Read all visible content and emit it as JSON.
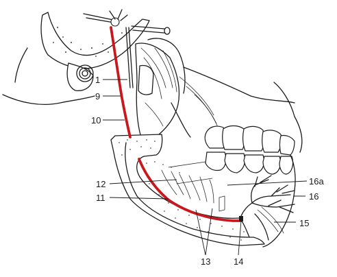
{
  "labels": {
    "l1": "1",
    "l9": "9",
    "l10": "10",
    "l11": "11",
    "l12": "12",
    "l13": "13",
    "l14": "14",
    "l15": "15",
    "l16": "16",
    "l16a": "16a"
  },
  "colors": {
    "nerve": "#c8171d",
    "ink": "#1b1b1b",
    "background": "#ffffff"
  }
}
